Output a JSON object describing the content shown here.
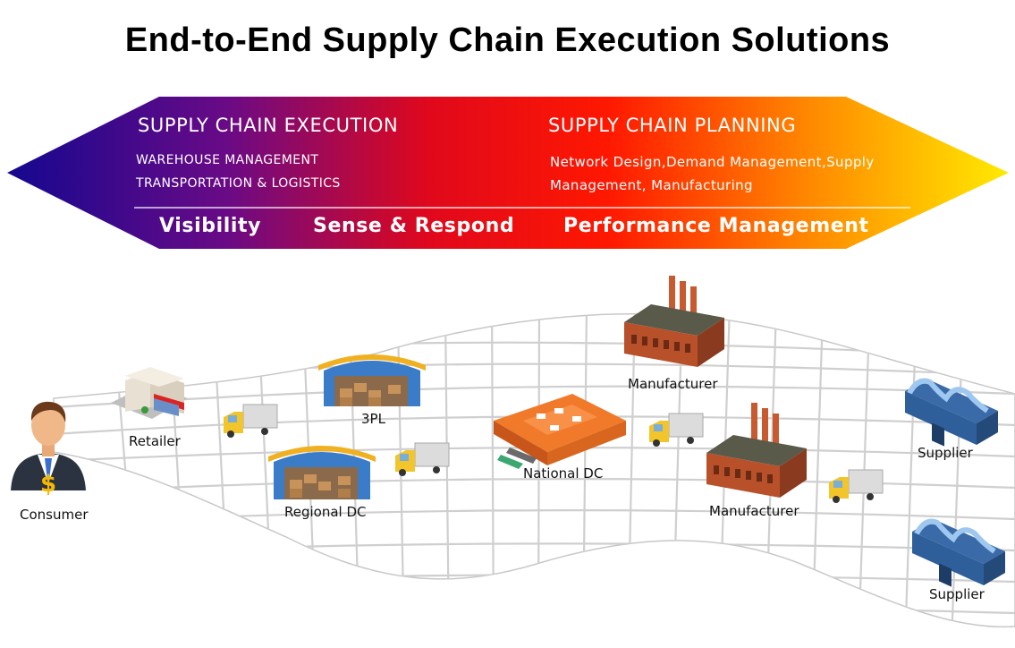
{
  "title": "End-to-End Supply Chain Execution Solutions",
  "banner": {
    "left_heading": "SUPPLY CHAIN EXECUTION",
    "left_items": [
      "WAREHOUSE MANAGEMENT",
      "TRANSPORTATION & LOGISTICS"
    ],
    "right_heading": "SUPPLY CHAIN PLANNING",
    "right_items": [
      "Network Design,Demand Management,Supply",
      "Management, Manufacturing"
    ],
    "bottom": [
      "Visibility",
      "Sense & Respond",
      "Performance Management"
    ],
    "gradient_colors": [
      "#1a0a9c",
      "#7a0a8a",
      "#e80a1a",
      "#ff2a00",
      "#ff8a00",
      "#ffe800"
    ]
  },
  "nodes": {
    "consumer": "Consumer",
    "retailer": "Retailer",
    "tpl": "3PL",
    "regional_dc": "Regional DC",
    "national_dc": "National DC",
    "manufacturer_top": "Manufacturer",
    "manufacturer_bottom": "Manufacturer",
    "supplier_top": "Supplier",
    "supplier_bottom": "Supplier"
  },
  "icons": [
    "consumer-icon",
    "retailer-store-icon",
    "warehouse-icon",
    "distribution-center-icon",
    "factory-icon",
    "supplier-warehouse-icon",
    "truck-icon"
  ]
}
